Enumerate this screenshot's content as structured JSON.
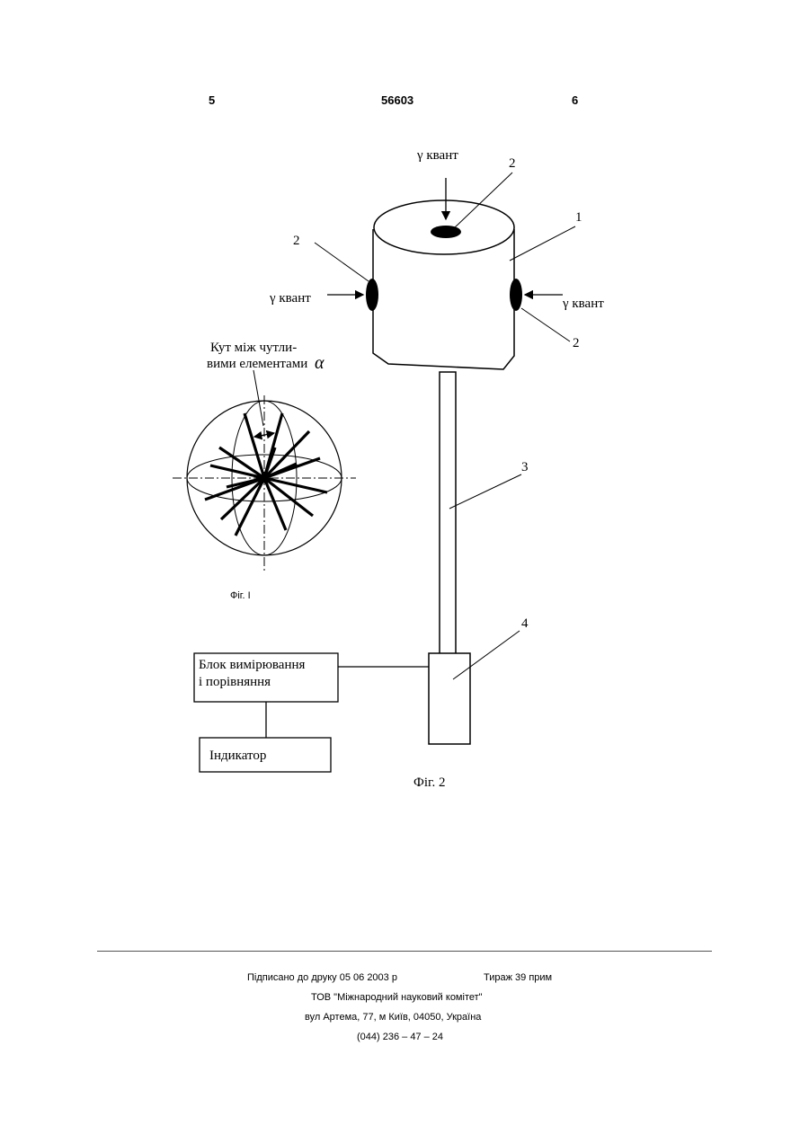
{
  "header": {
    "page_left": "5",
    "patent_number": "56603",
    "page_right": "6"
  },
  "figure": {
    "gamma_top": "γ квант",
    "gamma_left": "γ квант",
    "gamma_right": "γ квант",
    "ref_top_element": "2",
    "ref_body": "1",
    "ref_left_element": "2",
    "ref_right_element": "2",
    "ref_rod": "3",
    "ref_base": "4",
    "angle_label_line1": "Кут між чутли-",
    "angle_label_line2": "вими елементами",
    "angle_symbol": "α",
    "fig1_caption": "Фіг. І",
    "block_measure_line1": "Блок вимірювання",
    "block_measure_line2": "і порівняння",
    "block_indicator": "Індикатор",
    "fig2_caption": "Фіг. 2"
  },
  "footer": {
    "signed": "Підписано до друку 05 06 2003 р",
    "circulation": "Тираж 39 прим",
    "publisher": "ТОВ \"Міжнародний науковий комітет\"",
    "address": "вул  Артема, 77, м  Київ, 04050, Україна",
    "phone": "(044) 236 – 47 – 24"
  }
}
